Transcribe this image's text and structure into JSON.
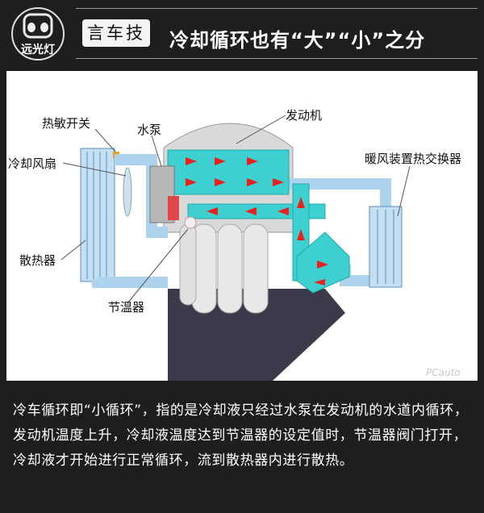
{
  "header": {
    "logo_text": "远光灯",
    "badge": "言车技",
    "title": "冷却循环也有“大”“小”之分"
  },
  "diagram": {
    "labels": {
      "thermo_switch": "热敏开关",
      "water_pump": "水泵",
      "engine": "发动机",
      "cooling_fan": "冷却风扇",
      "heater_core": "暖风装置热交换器",
      "radiator": "散热器",
      "thermostat": "节温器"
    },
    "watermark": "PCauto",
    "colors": {
      "coolant": "#3ecfd0",
      "pipe": "#aed3ee",
      "arrow": "#e8211d"
    }
  },
  "description": "冷车循环即“小循环”，指的是冷却液只经过水泵在发动机的水道内循环，发动机温度上升，冷却液温度达到节温器的设定值时，节温器阀门打开，冷却液才开始进行正常循环，流到散热器内进行散热。"
}
